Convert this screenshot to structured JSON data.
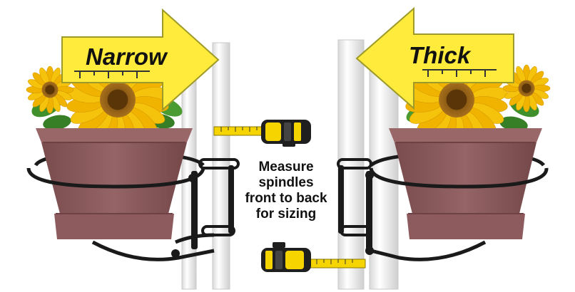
{
  "labels": {
    "narrow": "Narrow",
    "thick": "Thick"
  },
  "caption": {
    "line1": "Measure",
    "line2": "spindles",
    "line3": "front to back",
    "line4": "for sizing"
  },
  "colors": {
    "arrow_fill": "#ffeb3b",
    "arrow_stroke": "#9e9a2a",
    "pot": "#8d5b5d",
    "pot_rim": "#9a6769",
    "spindle": "#f2f2f2",
    "bracket": "#1a1a1a",
    "tape_yellow": "#f5d400",
    "petal": "#f6c30c",
    "flower_center": "#8a5a12",
    "leaf": "#3f8f2b"
  },
  "icons": [
    "arrow-right-icon",
    "arrow-left-icon",
    "tape-measure-icon",
    "sunflower-icon"
  ]
}
